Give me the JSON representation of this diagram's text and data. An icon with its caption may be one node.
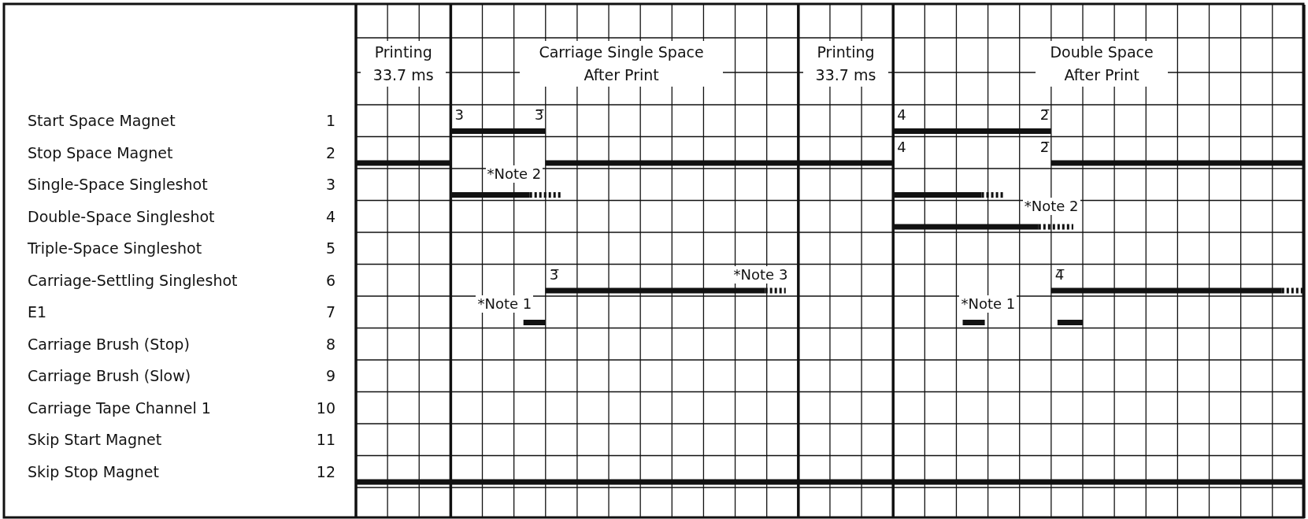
{
  "diagram": {
    "labels": [
      "Printing 33.7 ms",
      "Carriage Single Space After Print",
      "Printing 33.7 ms",
      "Double Space After Print",
      "Start Space Magnet",
      "1",
      "3",
      "3̅",
      "4",
      "2̅",
      "Stop Space Magnet",
      "2",
      "4",
      "2̅",
      "Single-Space Singleshot",
      "3",
      "*Note 2",
      "Double-Space Singleshot",
      "4",
      "*Note 2",
      "Triple-Space Singleshot",
      "5",
      "Carriage-Settling Singleshot",
      "6",
      "3̅",
      "*Note 3",
      "4̅",
      "E1",
      "7",
      "*Note 1",
      "*Note 1",
      "Carriage Brush (Stop)",
      "8",
      "Carriage Brush (Slow)",
      "9",
      "Carriage Tape Channel 1",
      "10",
      "Skip Start Magnet",
      "11",
      "Skip Stop Magnet",
      "12"
    ]
  }
}
